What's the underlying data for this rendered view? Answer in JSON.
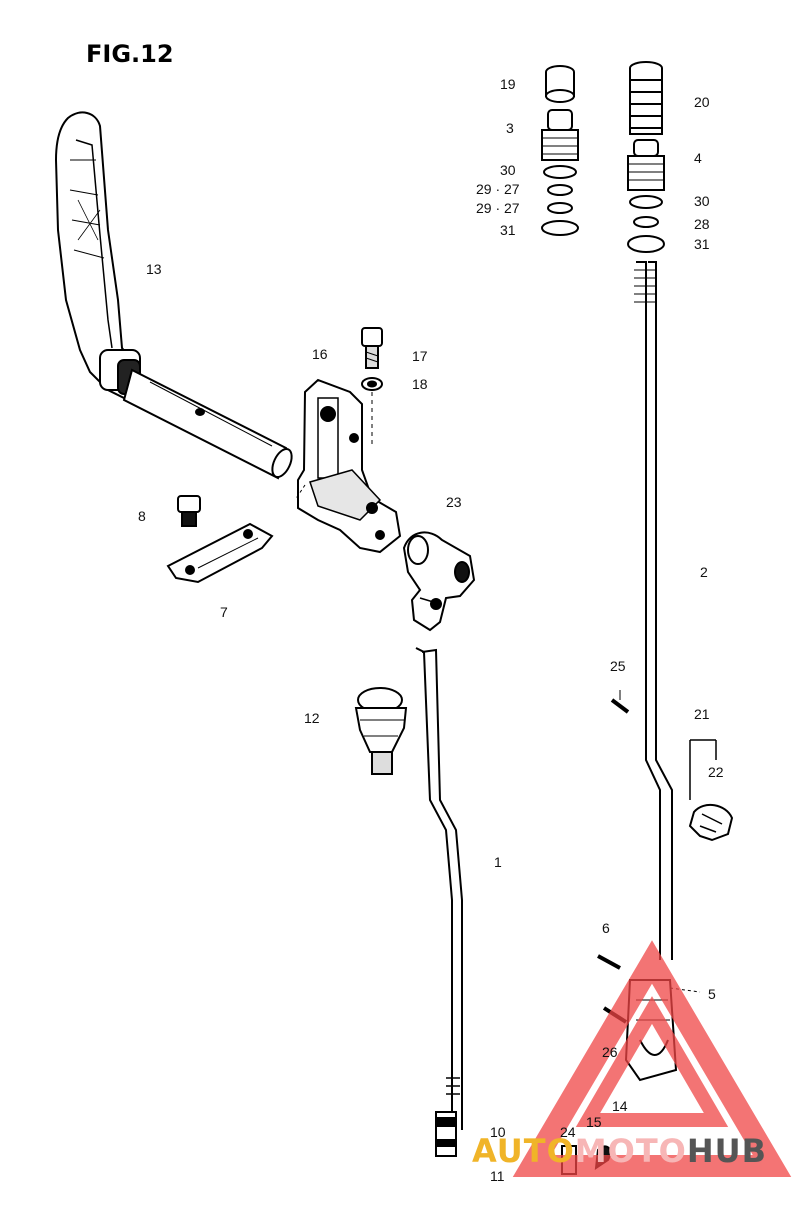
{
  "figure": {
    "title": "FIG.12"
  },
  "callouts": {
    "c1": "1",
    "c2": "2",
    "c3": "3",
    "c4": "4",
    "c5": "5",
    "c6": "6",
    "c7": "7",
    "c8": "8",
    "c10": "10",
    "c11": "11",
    "c12": "12",
    "c13": "13",
    "c14": "14",
    "c15": "15",
    "c16": "16",
    "c17": "17",
    "c18": "18",
    "c19": "19",
    "c20": "20",
    "c21": "21",
    "c22": "22",
    "c23": "23",
    "c24": "24",
    "c25": "25",
    "c26": "26",
    "c28": "28",
    "c30a": "30",
    "c30b": "30",
    "c2927a": "29 · 27",
    "c2927b": "29 · 27",
    "c31a": "31",
    "c31b": "31"
  },
  "watermark": {
    "part1": "AUTO",
    "part2": "MOTO",
    "part3": "HUB",
    "colors": {
      "auto": "#f0b428",
      "moto": "#f7b6b6",
      "hub": "#555555",
      "triangle": "#f04646"
    }
  }
}
